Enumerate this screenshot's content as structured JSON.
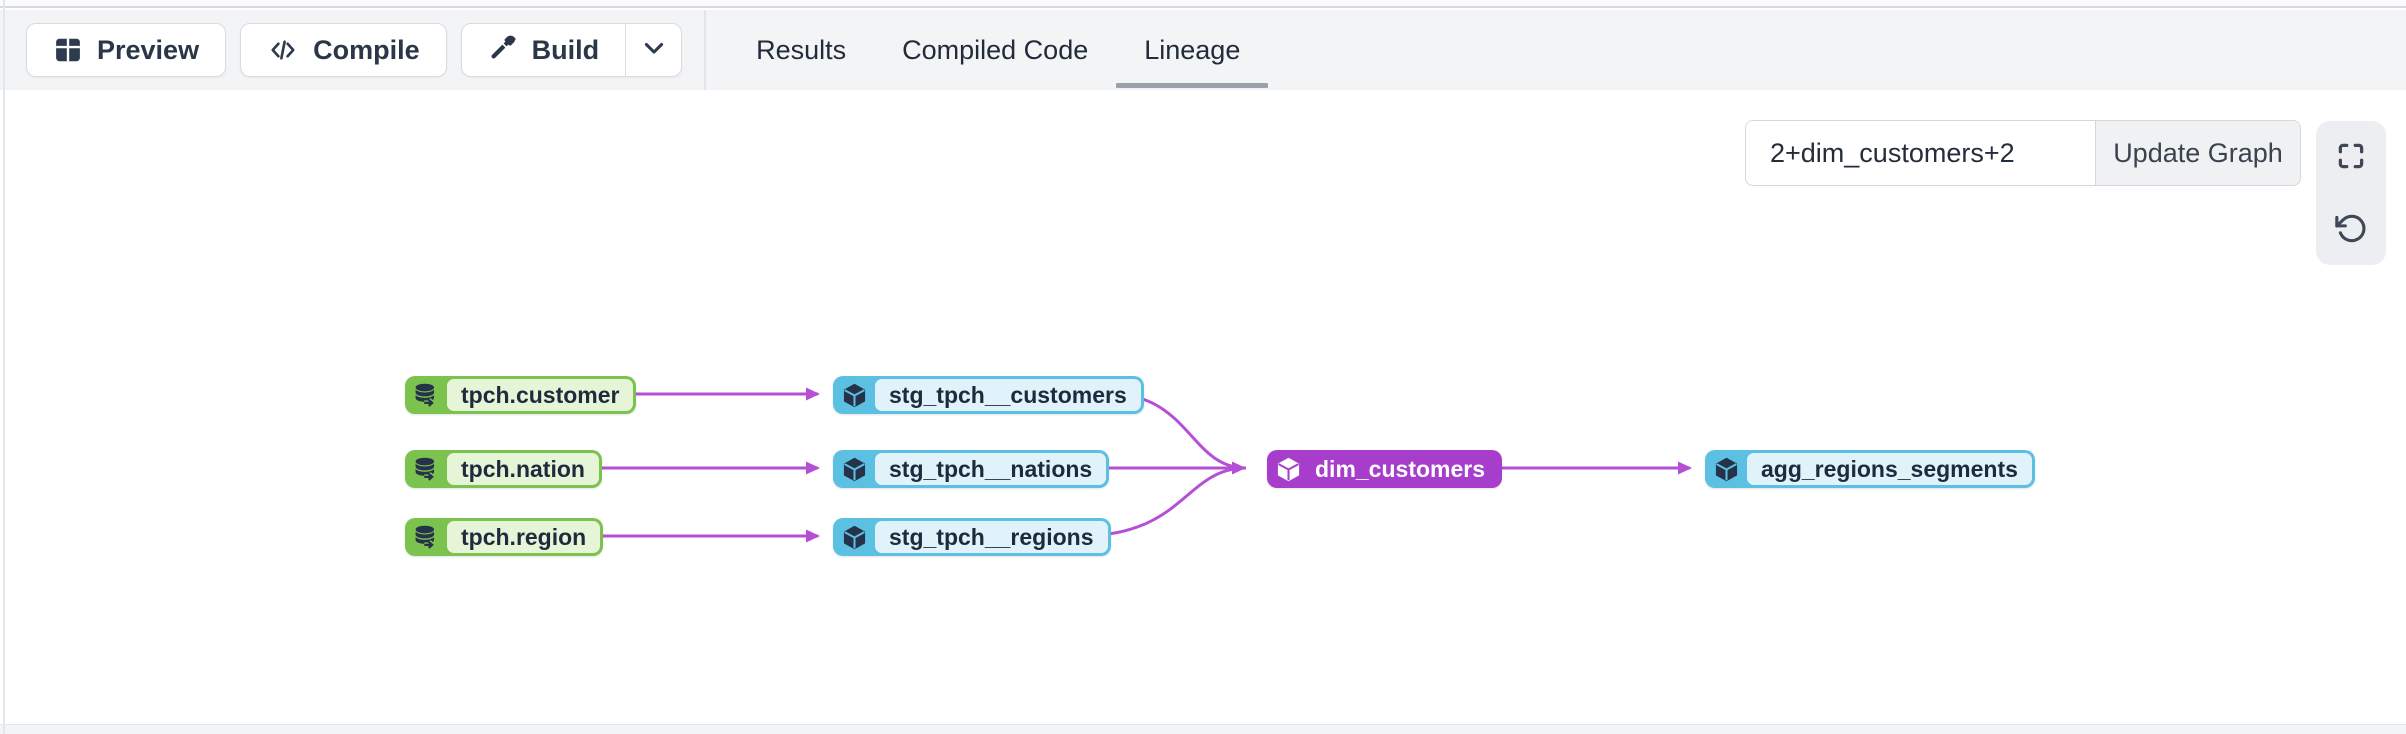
{
  "toolbar": {
    "preview_label": "Preview",
    "compile_label": "Compile",
    "build_label": "Build",
    "icons": {
      "preview": "table-icon",
      "compile": "code-icon",
      "build": "hammer-icon",
      "build_more": "chevron-down-icon"
    }
  },
  "tabs": [
    {
      "label": "Results",
      "active": false
    },
    {
      "label": "Compiled Code",
      "active": false
    },
    {
      "label": "Lineage",
      "active": true
    }
  ],
  "lineage": {
    "selector_input": {
      "value": "2+dim_customers+2"
    },
    "update_button_label": "Update Graph",
    "tools": {
      "fullscreen": "fullscreen-icon",
      "reset": "rotate-ccw-icon"
    },
    "graph": {
      "nodes": [
        {
          "id": "tpch.customer",
          "label": "tpch.customer",
          "type": "source",
          "icon": "database-icon"
        },
        {
          "id": "tpch.nation",
          "label": "tpch.nation",
          "type": "source",
          "icon": "database-icon"
        },
        {
          "id": "tpch.region",
          "label": "tpch.region",
          "type": "source",
          "icon": "database-icon"
        },
        {
          "id": "stg_tpch__customers",
          "label": "stg_tpch__customers",
          "type": "model",
          "icon": "cube-icon"
        },
        {
          "id": "stg_tpch__nations",
          "label": "stg_tpch__nations",
          "type": "model",
          "icon": "cube-icon"
        },
        {
          "id": "stg_tpch__regions",
          "label": "stg_tpch__regions",
          "type": "model",
          "icon": "cube-icon"
        },
        {
          "id": "dim_customers",
          "label": "dim_customers",
          "type": "model-selected",
          "icon": "cube-icon"
        },
        {
          "id": "agg_regions_segments",
          "label": "agg_regions_segments",
          "type": "model",
          "icon": "cube-icon"
        }
      ],
      "edges": [
        {
          "from": "tpch.customer",
          "to": "stg_tpch__customers"
        },
        {
          "from": "tpch.nation",
          "to": "stg_tpch__nations"
        },
        {
          "from": "tpch.region",
          "to": "stg_tpch__regions"
        },
        {
          "from": "stg_tpch__customers",
          "to": "dim_customers"
        },
        {
          "from": "stg_tpch__nations",
          "to": "dim_customers"
        },
        {
          "from": "stg_tpch__regions",
          "to": "dim_customers"
        },
        {
          "from": "dim_customers",
          "to": "agg_regions_segments"
        }
      ]
    }
  },
  "colors": {
    "edge": "#b44fd6",
    "source_accent": "#7cc24e",
    "source_label_bg": "#e6f4d7",
    "model_accent": "#5cc0e2",
    "model_label_bg": "#e0f3fb",
    "selected_accent": "#a73ecb",
    "node_text": "#1f2b3d",
    "toolbar_bg": "#f3f4f6",
    "active_tab_underline": "#9aa1ab"
  }
}
